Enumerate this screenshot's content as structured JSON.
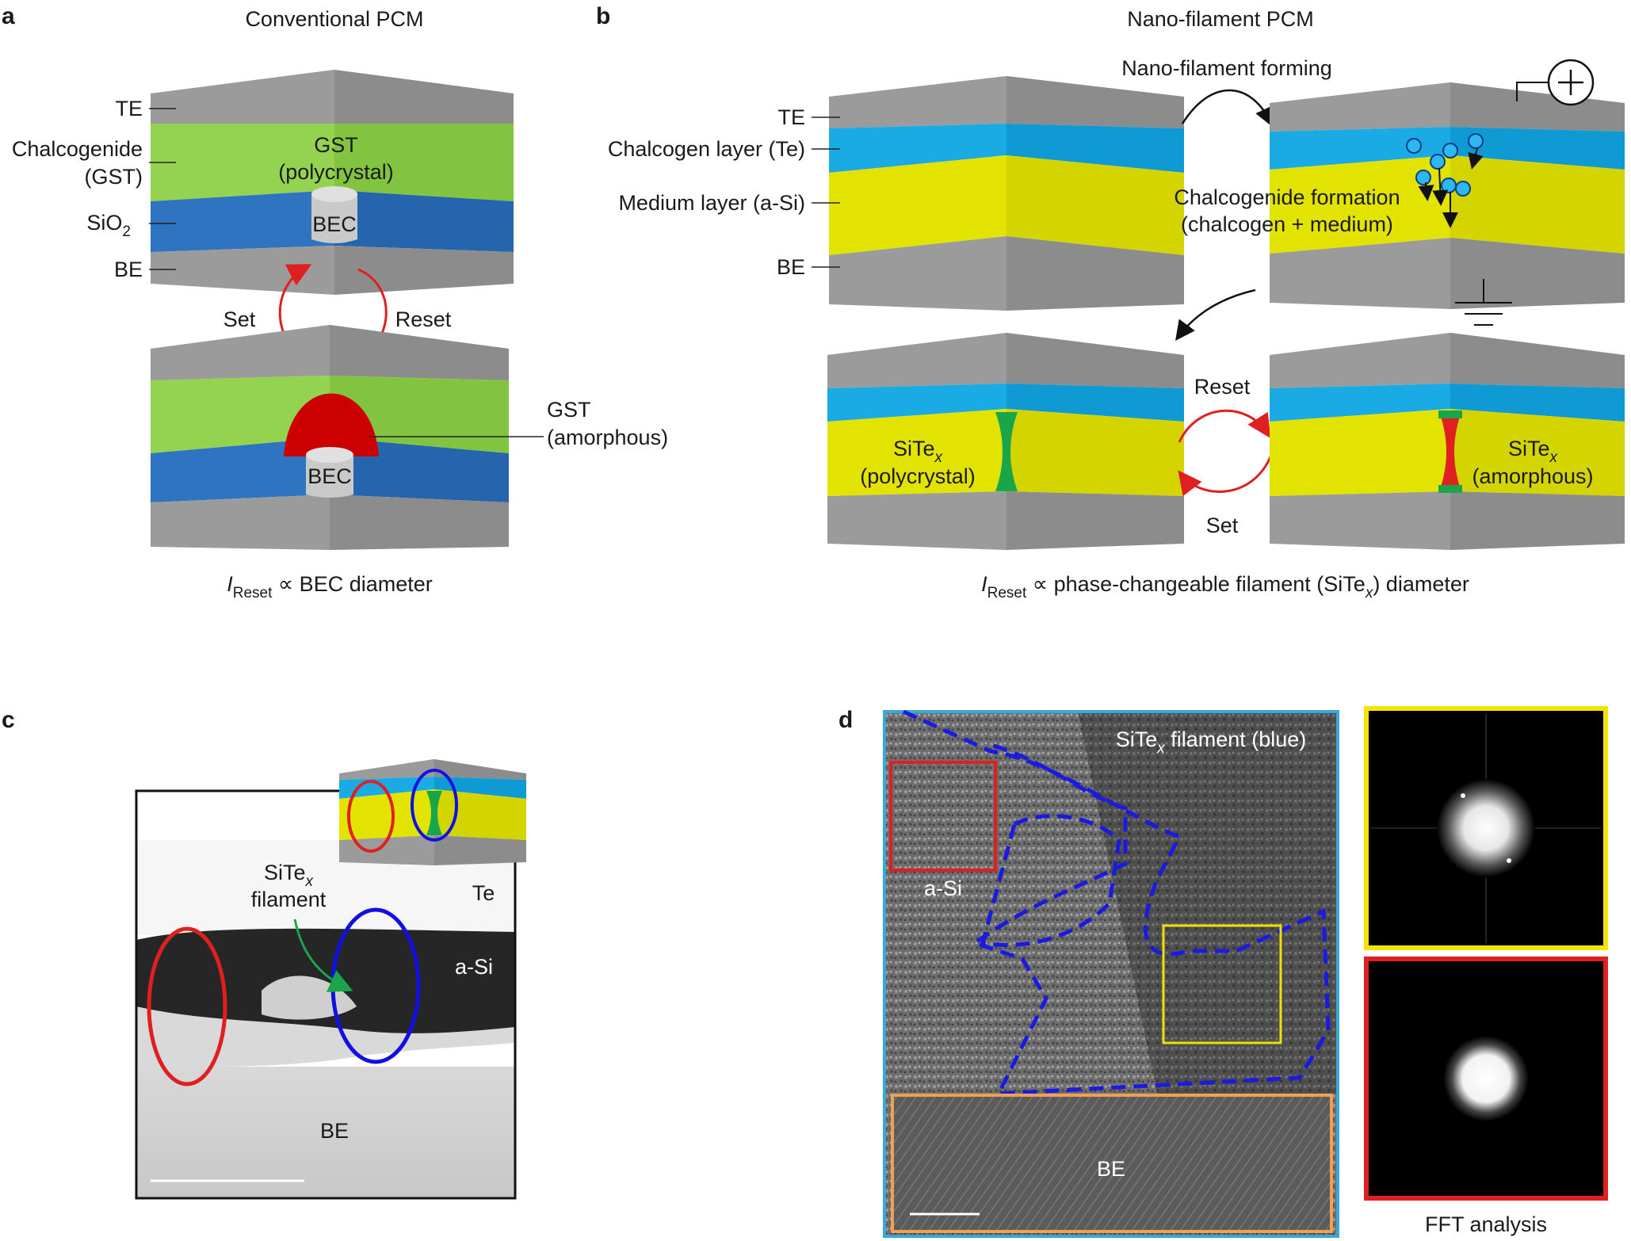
{
  "panels": {
    "a": "a",
    "b": "b",
    "c": "c",
    "d": "d"
  },
  "a": {
    "title": "Conventional PCM",
    "labels": {
      "te": "TE",
      "chalco": "Chalcogenide",
      "chalco2": "(GST)",
      "sio": "SiO",
      "sio_sub": "2",
      "be": "BE",
      "gst_poly1": "GST",
      "gst_poly2": "(polycrystal)",
      "bec": "BEC",
      "set": "Set",
      "reset": "Reset",
      "gst_am1": "GST",
      "gst_am2": "(amorphous)"
    },
    "formula": {
      "i": "I",
      "sub": "Reset",
      "rest": " ∝ BEC diameter"
    }
  },
  "b": {
    "title": "Nano-filament PCM",
    "forming": "Nano-filament forming",
    "labels": {
      "te": "TE",
      "chalcogen": "Chalcogen layer (Te)",
      "medium": "Medium layer (a-Si)",
      "be": "BE"
    },
    "formation1": "Chalcogenide formation",
    "formation2": "(chalcogen + medium)",
    "reset": "Reset",
    "set": "Set",
    "sitex_left": {
      "name": "SiTe",
      "x": "x",
      "state": "(polycrystal)"
    },
    "sitex_right": {
      "name": "SiTe",
      "x": "x",
      "state": "(amorphous)"
    },
    "formula": {
      "i": "I",
      "sub": "Reset",
      "rest": " ∝ phase-changeable filament (SiTe",
      "x": "x",
      "end": ") diameter"
    }
  },
  "c": {
    "filament1": "SiTe",
    "filament_x": "x",
    "filament2": "filament",
    "te": "Te",
    "asi": "a-Si",
    "be": "BE"
  },
  "d": {
    "filament": "SiTe",
    "filament_x": "x",
    "filament_rest": " filament (blue)",
    "asi": "a-Si",
    "be": "BE",
    "fft": "FFT analysis"
  },
  "colors": {
    "gray_top": "#9e9e9e",
    "gray_front": "#8a8a8a",
    "green_layer": "#8fd14f",
    "blue_layer": "#2e74c0",
    "cyan_layer": "#1aabe4",
    "yellow_layer": "#e6e600",
    "red": "#e02020",
    "filament_green": "#19a64a"
  }
}
